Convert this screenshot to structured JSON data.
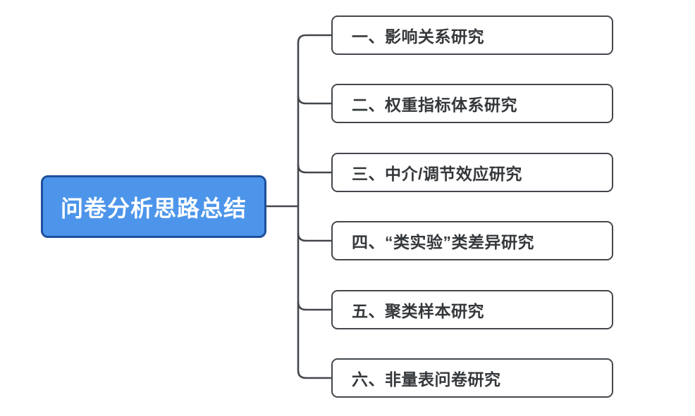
{
  "diagram": {
    "root": {
      "label": "问卷分析思路总结"
    },
    "branches": [
      {
        "label": "一、影响关系研究"
      },
      {
        "label": "二、权重指标体系研究"
      },
      {
        "label": "三、中介/调节效应研究"
      },
      {
        "label": "四、“类实验”类差异研究"
      },
      {
        "label": "五、聚类样本研究"
      },
      {
        "label": "六、非量表问卷研究"
      }
    ],
    "colors": {
      "background": "#FFFFFF",
      "root_fill": "#4D95EA",
      "root_border": "#1E4F9E",
      "root_text": "#FFFFFF",
      "branch_fill": "#FFFFFF",
      "branch_border": "#43474C",
      "branch_text": "#35383B",
      "connector": "#43474C"
    }
  }
}
